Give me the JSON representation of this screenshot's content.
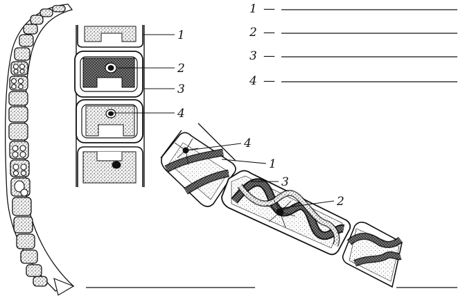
{
  "figure_labels": {
    "ulothrix_cell": [
      "1",
      "2",
      "3",
      "4"
    ],
    "spirogyra": [
      "4",
      "1",
      "3",
      "2"
    ]
  },
  "answer_key": [
    {
      "number": "1",
      "dash": "—"
    },
    {
      "number": "2",
      "dash": "—"
    },
    {
      "number": "3",
      "dash": "—"
    },
    {
      "number": "4",
      "dash": "—"
    }
  ]
}
